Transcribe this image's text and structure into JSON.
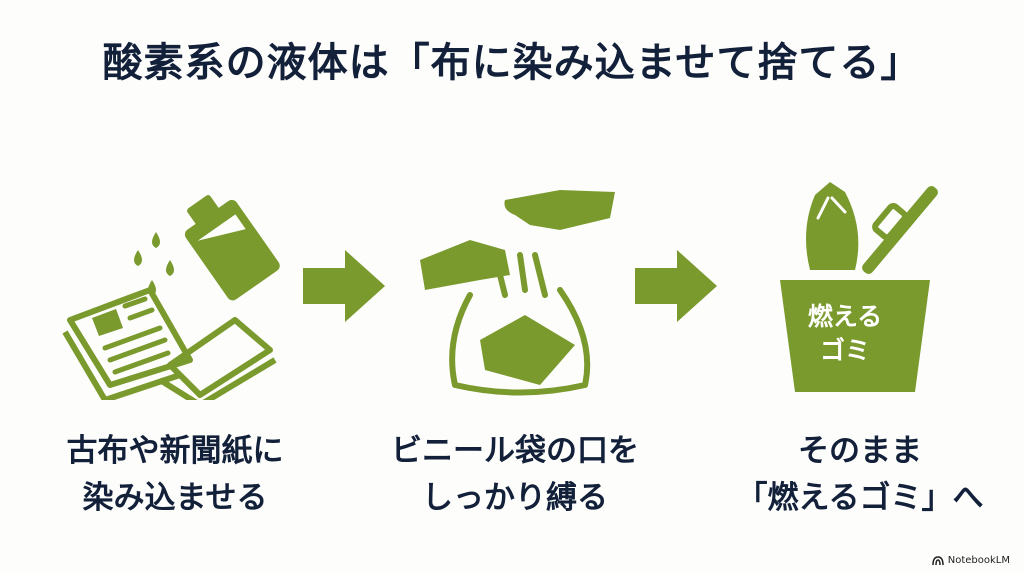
{
  "title": "酸素系の液体は「布に染み込ませて捨てる」",
  "colors": {
    "accent": "#7a9a2e",
    "text": "#13203a",
    "background": "#fdfdfb"
  },
  "steps": [
    {
      "icon": "bottle-pouring-on-newspaper-and-cloth-icon",
      "caption_line1": "古布や新聞紙に",
      "caption_line2": "染み込ませる"
    },
    {
      "icon": "hands-tying-plastic-bag-icon",
      "caption_line1": "ビニール袋の口を",
      "caption_line2": "しっかり縛る"
    },
    {
      "icon": "trash-bin-icon",
      "bin_label_line1": "燃える",
      "bin_label_line2": "ゴミ",
      "caption_line1": "そのまま",
      "caption_line2": "「燃えるゴミ」へ"
    }
  ],
  "arrows": [
    "arrow-right-icon",
    "arrow-right-icon"
  ],
  "branding": {
    "label": "NotebookLM"
  }
}
